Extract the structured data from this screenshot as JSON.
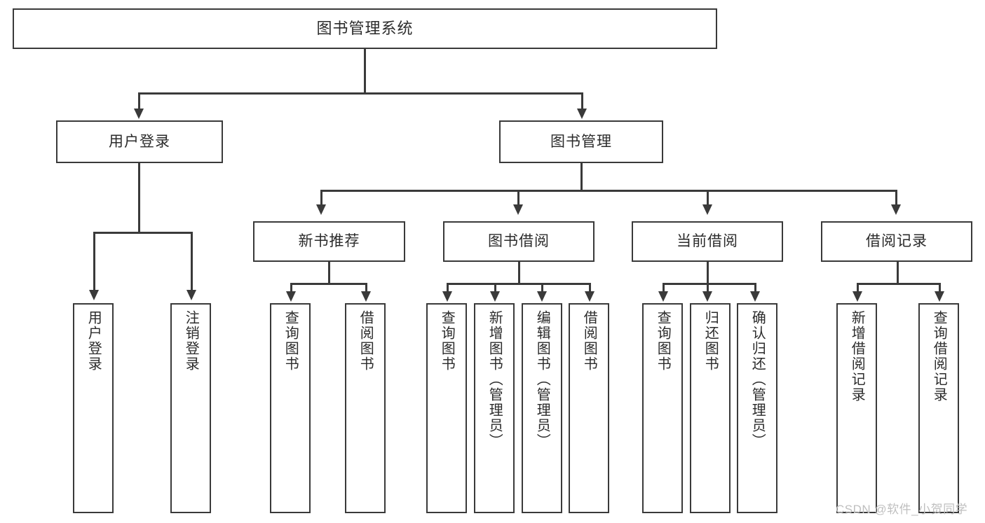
{
  "diagram": {
    "title": "图书管理系统",
    "type": "功能结构图",
    "root": {
      "id": "root",
      "label": "图书管理系统"
    },
    "level1": [
      {
        "id": "user-login",
        "label": "用户登录"
      },
      {
        "id": "book-manage",
        "label": "图书管理"
      }
    ],
    "level2": [
      {
        "id": "new-book-rec",
        "label": "新书推荐",
        "parent": "book-manage"
      },
      {
        "id": "book-borrow",
        "label": "图书借阅",
        "parent": "book-manage"
      },
      {
        "id": "current-borrow",
        "label": "当前借阅",
        "parent": "book-manage"
      },
      {
        "id": "borrow-record",
        "label": "借阅记录",
        "parent": "book-manage"
      }
    ],
    "leaves": [
      {
        "id": "leaf-user-login",
        "label": "用户登录",
        "parent": "user-login"
      },
      {
        "id": "leaf-user-logout",
        "label": "注销登录",
        "parent": "user-login"
      },
      {
        "id": "leaf-query-book-1",
        "label": "查询图书",
        "parent": "new-book-rec"
      },
      {
        "id": "leaf-borrow-book-1",
        "label": "借阅图书",
        "parent": "new-book-rec"
      },
      {
        "id": "leaf-query-book-2",
        "label": "查询图书",
        "parent": "book-borrow"
      },
      {
        "id": "leaf-add-book",
        "label": "新增图书（管理员）",
        "parent": "book-borrow"
      },
      {
        "id": "leaf-edit-book",
        "label": "编辑图书（管理员）",
        "parent": "book-borrow"
      },
      {
        "id": "leaf-borrow-book-2",
        "label": "借阅图书",
        "parent": "book-borrow"
      },
      {
        "id": "leaf-query-book-3",
        "label": "查询图书",
        "parent": "current-borrow"
      },
      {
        "id": "leaf-return-book",
        "label": "归还图书",
        "parent": "current-borrow"
      },
      {
        "id": "leaf-confirm-return",
        "label": "确认归还（管理员）",
        "parent": "current-borrow"
      },
      {
        "id": "leaf-add-record",
        "label": "新增借阅记录",
        "parent": "borrow-record"
      },
      {
        "id": "leaf-query-record",
        "label": "查询借阅记录",
        "parent": "borrow-record"
      }
    ],
    "colors": {
      "stroke": "#3a3a3a",
      "text": "#2b2b2b",
      "background": "#ffffff",
      "watermark": "#bfbfbf"
    }
  },
  "watermark": {
    "text": "CSDN @软件_小贺同学"
  }
}
